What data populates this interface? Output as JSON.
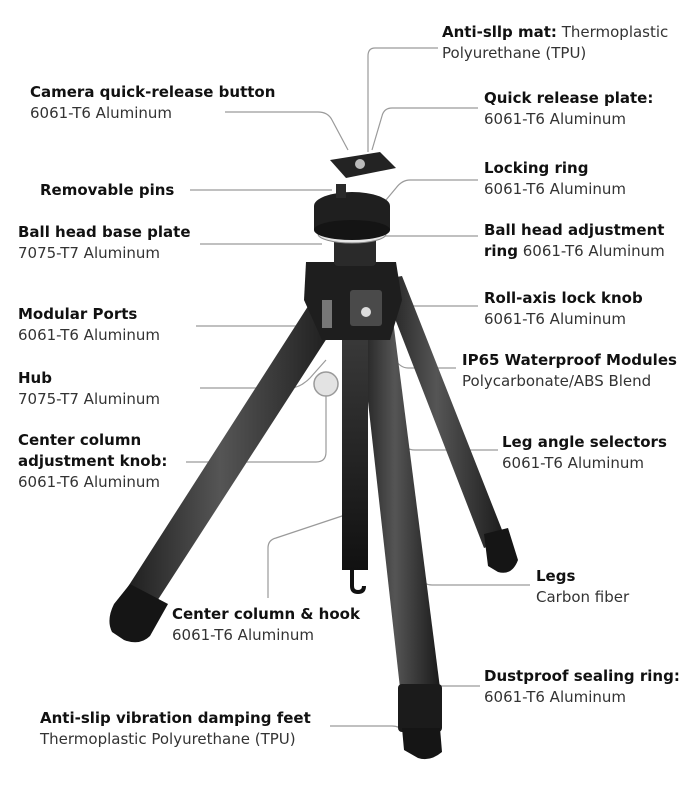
{
  "labels": {
    "anti_slip_mat": {
      "name": "Anti-sllp mat:",
      "value_a": "Thermoplastic",
      "value_b": "Polyurethane (TPU)"
    },
    "camera_button": {
      "name": "Camera quick-release button",
      "value": "6061-T6 Aluminum"
    },
    "quick_release_plate": {
      "name": "Quick release plate:",
      "value": "6061-T6 Aluminum"
    },
    "removable_pins": {
      "name": "Removable pins"
    },
    "locking_ring": {
      "name": "Locking ring",
      "value": "6061-T6 Aluminum"
    },
    "ball_head_base": {
      "name": "Ball head base plate",
      "value": "7075-T7 Aluminum"
    },
    "ball_head_ring": {
      "name_a": "Ball head adjustment",
      "name_b": "ring",
      "value": "6061-T6 Aluminum"
    },
    "modular_ports": {
      "name": "Modular Ports",
      "value": "6061-T6 Aluminum"
    },
    "roll_axis": {
      "name": "Roll-axis lock knob",
      "value": "6061-T6 Aluminum"
    },
    "ip65": {
      "name": "IP65 Waterproof Modules",
      "value": "Polycarbonate/ABS Blend"
    },
    "hub": {
      "name": "Hub",
      "value": "7075-T7 Aluminum"
    },
    "center_knob": {
      "name_a": "Center column",
      "name_b": "adjustment knob:",
      "value": "6061-T6 Aluminum"
    },
    "leg_angle": {
      "name": "Leg angle selectors",
      "value": "6061-T6 Aluminum"
    },
    "center_column": {
      "name": "Center column & hook",
      "value": "6061-T6 Aluminum"
    },
    "legs": {
      "name": "Legs",
      "value": "Carbon fiber"
    },
    "dustproof": {
      "name": "Dustproof sealing ring:",
      "value": "6061-T6 Aluminum"
    },
    "feet": {
      "name": "Anti-slip vibration damping feet",
      "value": "Thermoplastic Polyurethane (TPU)"
    }
  }
}
